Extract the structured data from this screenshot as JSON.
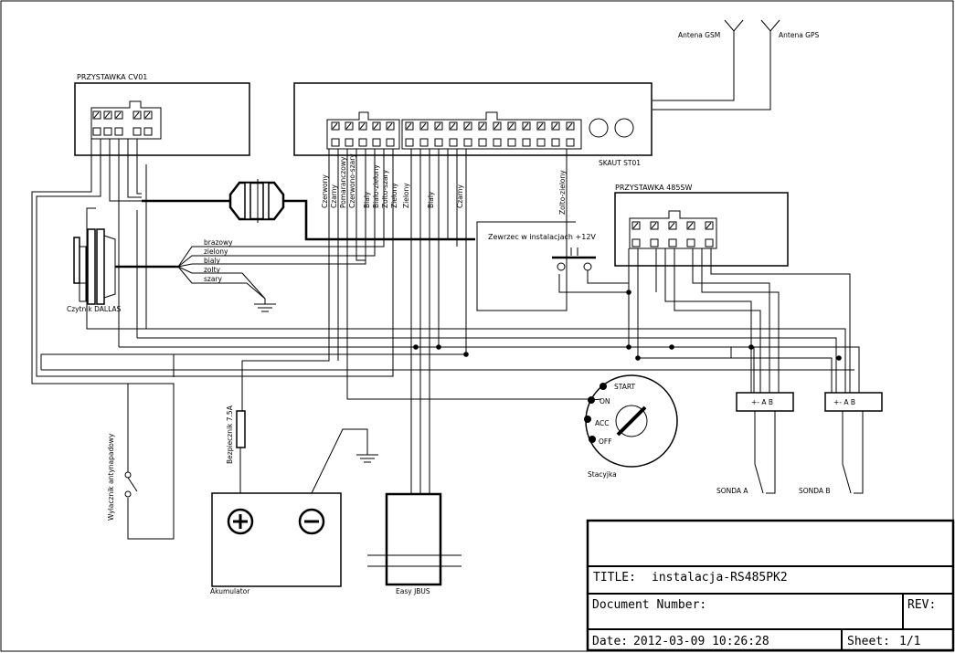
{
  "components": {
    "antenna_gsm": "Antena GSM",
    "antenna_gps": "Antena GPS",
    "cv01": "PRZYSTAWKA CV01",
    "skaut": "SKAUT ST01",
    "p485": "PRZYSTAWKA 485SW",
    "dallas": "Czytnik DALLAS",
    "bridge": "Zewrzec w instalacjach +12V",
    "fuse": "Bezpiecznik 7.5A",
    "battery": "Akumulator",
    "jbus": "Easy JBUS",
    "switch": "Wylacznik antynapadowy",
    "ignition": "Stacyjka",
    "sonda_a": "SONDA A",
    "sonda_b": "SONDA B",
    "sonda_terminal": "+- A B"
  },
  "ignition_positions": [
    "START",
    "ON",
    "ACC",
    "OFF"
  ],
  "wire_colors_skaut": [
    "Czerwony",
    "Czarny",
    "Pomaranczowy",
    "Czerwono-szary",
    "Bialy",
    "Bialo-zielony",
    "Zolto-szary",
    "Zielony",
    "Zielony",
    "Bialy",
    "Czarny",
    "Zolto-zielony"
  ],
  "dallas_wires": [
    "brazowy",
    "zielony",
    "bialy",
    "zolty",
    "szary"
  ],
  "title_block": {
    "title_label": "TITLE:",
    "title_value": "instalacja-RS485PK2",
    "docnum_label": "Document Number:",
    "rev_label": "REV:",
    "date_label": "Date:",
    "date_value": "2012-03-09 10:26:28",
    "sheet_label": "Sheet:",
    "sheet_value": "1/1"
  }
}
